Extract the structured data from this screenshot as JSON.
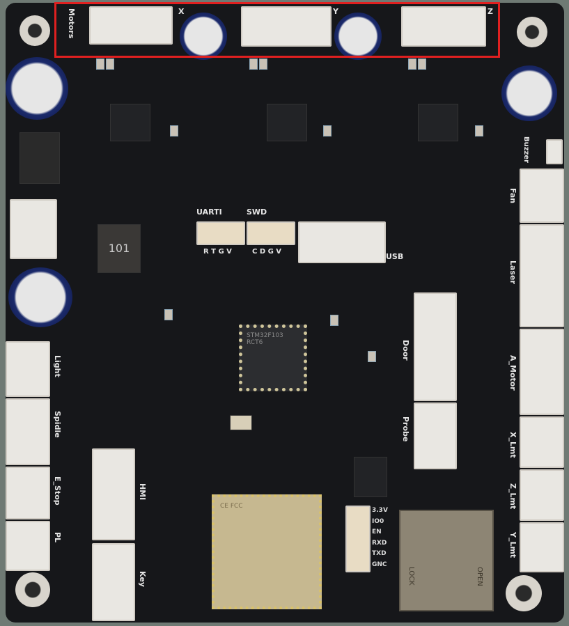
{
  "labels": {
    "motors": "Motors",
    "x": "X",
    "y": "Y",
    "z": "Z",
    "buzzer": "Buzzer",
    "fan": "Fan",
    "laser": "Laser",
    "a_motor": "A_Motor",
    "x_lmt": "X_Lmt",
    "z_lmt": "Z_Lmt",
    "y_lmt": "Y_Lmt",
    "door": "Door",
    "probe": "Probe",
    "usb": "USB",
    "uart1": "UARTI",
    "swd": "SWD",
    "uart_pins": "R T G V",
    "swd_pins": "C D G V",
    "hmi": "HMI",
    "key": "Key",
    "light": "Light",
    "spindle": "Spidle",
    "e_stop": "E_Stop",
    "pl": "PL",
    "esp_pins": [
      "3.3V",
      "IO0",
      "EN",
      "RXD",
      "TXD",
      "GNC"
    ],
    "inductor": "101",
    "mcu_text": "STM32F103 RCT6",
    "esp_text": "CE FCC",
    "sd_lock": "LOCK",
    "sd_open": "OPEN"
  },
  "highlight_color": "#e02020"
}
